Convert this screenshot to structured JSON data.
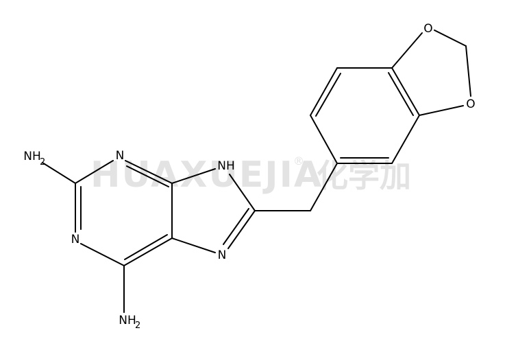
{
  "watermark": {
    "latin": "HUAXUEJIA",
    "registered": "®",
    "chinese": "化学加"
  },
  "atoms": {
    "nh2_top": {
      "main": "NH",
      "sub": "2"
    },
    "nh2_bottom": {
      "main": "NH",
      "sub": "2"
    },
    "n_top": "N",
    "n_left": "N",
    "n_imid": "N",
    "nh_imid": "NH",
    "o_top": "O",
    "o_bottom": "O"
  }
}
